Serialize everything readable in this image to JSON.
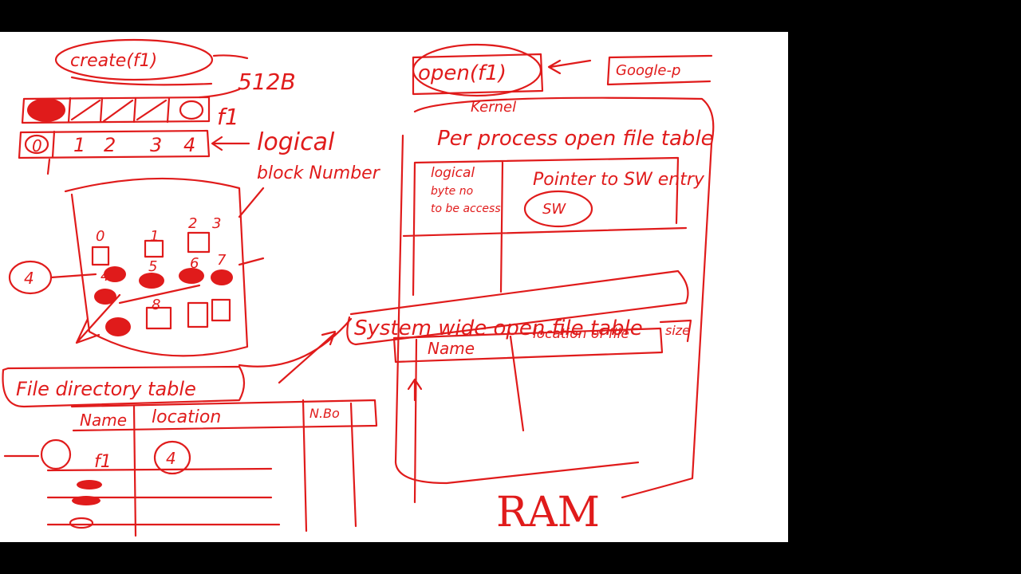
{
  "board": {
    "background_color": "#ffffff",
    "ink_color": "#e01b1b",
    "frame_color": "#000000"
  },
  "disk_side": {
    "create_call": "create(f1)",
    "block_size": "512B",
    "file_label": "f1",
    "block_numbers": [
      "0",
      "1",
      "2",
      "3",
      "4"
    ],
    "logical_label": "logical",
    "block_number_label": "block Number",
    "disk_grid_numbers": [
      "0",
      "1",
      "2",
      "3",
      "4",
      "5",
      "6",
      "7",
      "8"
    ],
    "pointer_badge": "4",
    "file_directory_table": {
      "title": "File directory table",
      "columns": [
        "Name",
        "location",
        "N.Bo"
      ],
      "row_name": "f1",
      "row_location": "4"
    }
  },
  "ram_side": {
    "open_call": "open(f1)",
    "side_note": "Google-p",
    "kernel_label": "Kernel",
    "per_process_table": {
      "title": "Per process open file table",
      "col_left": [
        "logical",
        "byte no",
        "to be access"
      ],
      "col_right": "Pointer to SW entry",
      "sw_circle": "SW"
    },
    "system_wide_table": {
      "title": "System wide open file table",
      "columns": [
        "Name",
        "location of file",
        "size"
      ]
    },
    "ram_label": "RAM"
  }
}
